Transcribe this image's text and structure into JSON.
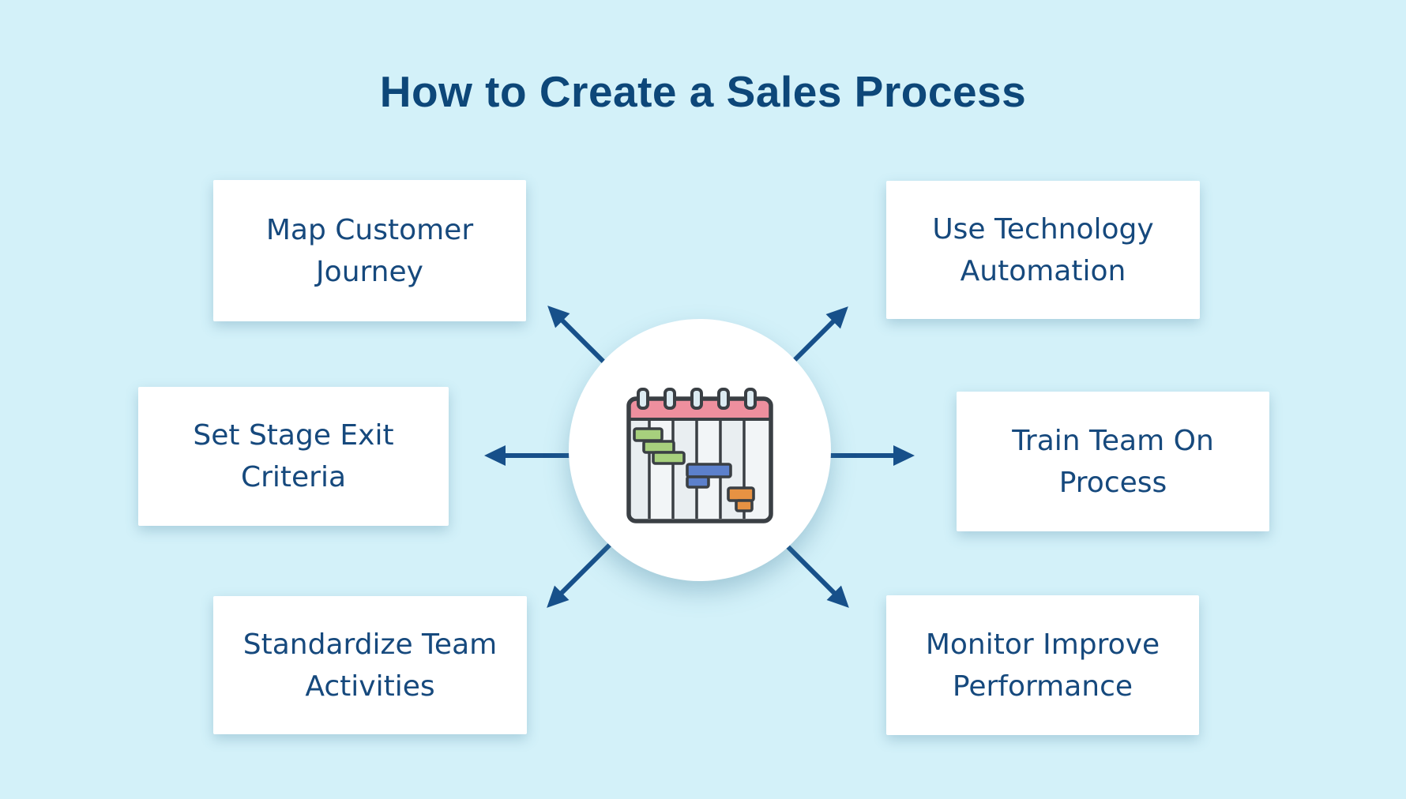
{
  "title": "How to Create a Sales Process",
  "center": {
    "icon": "gantt-calendar-icon"
  },
  "steps": [
    {
      "position": "top-left",
      "label": "Map Customer Journey",
      "lines": [
        "Map Customer",
        "Journey"
      ]
    },
    {
      "position": "top-right",
      "label": "Use Technology Automation",
      "lines": [
        "Use Technology",
        "Automation"
      ]
    },
    {
      "position": "middle-left",
      "label": "Set Stage Exit Criteria",
      "lines": [
        "Set Stage Exit",
        "Criteria"
      ]
    },
    {
      "position": "middle-right",
      "label": "Train Team On Process",
      "lines": [
        "Train Team On",
        "Process"
      ]
    },
    {
      "position": "bottom-left",
      "label": "Standardize Team Activities",
      "lines": [
        "Standardize Team",
        "Activities"
      ]
    },
    {
      "position": "bottom-right",
      "label": "Monitor Improve Performance",
      "lines": [
        "Monitor Improve",
        "Performance"
      ]
    }
  ],
  "colors": {
    "background": "#d3f1f9",
    "card_background": "#ffffff",
    "title_text": "#0d4779",
    "card_text": "#16497d",
    "arrow": "#17508a",
    "icon_outline": "#3a3f44",
    "icon_header_pink": "#ee8f9e",
    "icon_bar_green": "#a7d07d",
    "icon_bar_blue": "#5c80cc",
    "icon_bar_orange": "#e79243"
  }
}
